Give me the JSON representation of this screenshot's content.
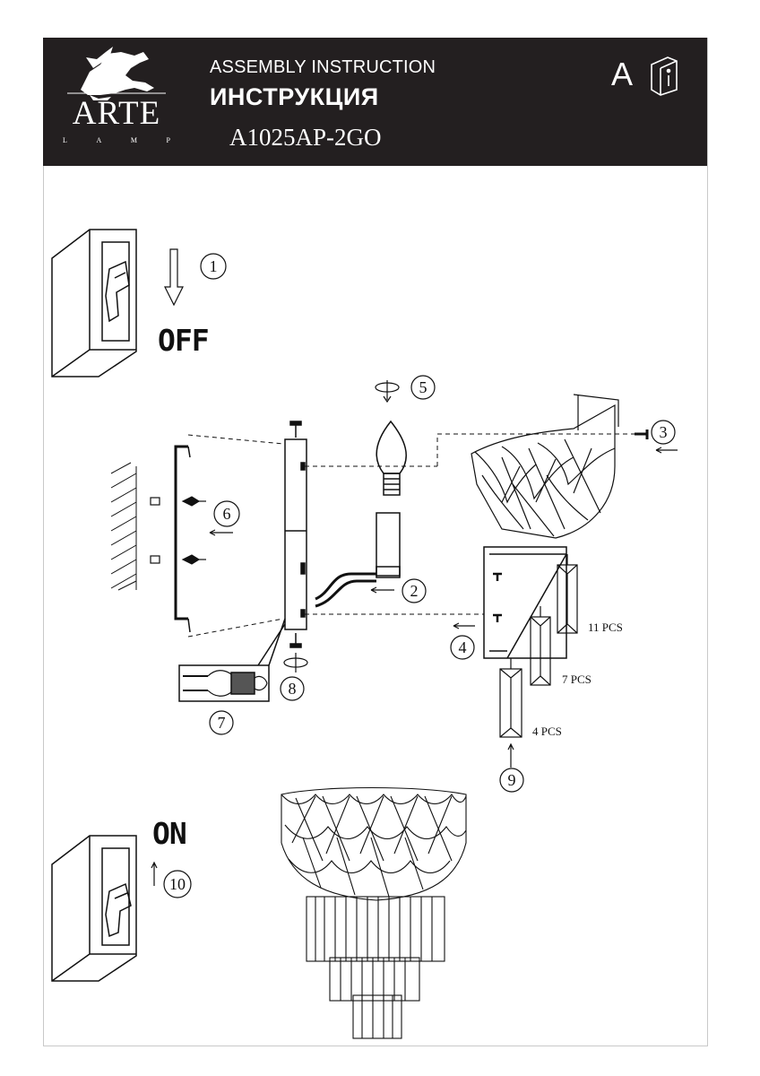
{
  "header": {
    "brand": "ARTE",
    "brand_sub": [
      "L",
      "A",
      "M",
      "P"
    ],
    "line1": "ASSEMBLY INSTRUCTION",
    "line2": "ИНСТРУКЦИЯ",
    "model": "A1025AP-2GO",
    "letter": "A",
    "logo_icon": "griffin-icon",
    "manual_icon": "info-book-icon"
  },
  "switch_off": {
    "label": "OFF",
    "icon": "wall-switch-icon"
  },
  "switch_on": {
    "label": "ON",
    "icon": "wall-switch-icon"
  },
  "steps": [
    "1",
    "2",
    "3",
    "4",
    "5",
    "6",
    "7",
    "8",
    "9",
    "10"
  ],
  "crystals": {
    "large": "11 PCS",
    "medium": "7 PCS",
    "small": "4 PCS"
  }
}
